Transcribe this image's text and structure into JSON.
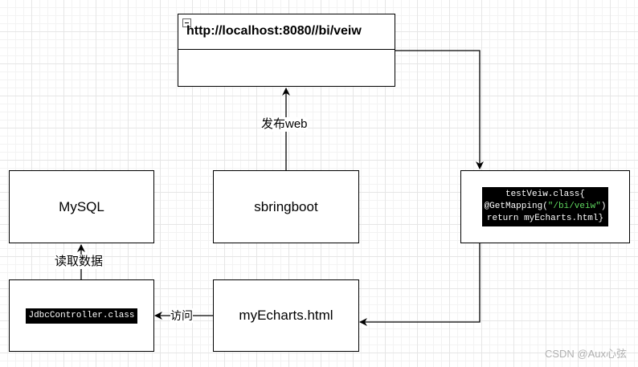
{
  "nodes": {
    "url_box": {
      "title": "http://localhost:8080//bi/veiw"
    },
    "mysql": {
      "label": "MySQL"
    },
    "springboot": {
      "label": "sbringboot"
    },
    "controller": {
      "line1": "testVeiw.class{",
      "line2_prefix": "@GetMapping(",
      "line2_string": "\"/bi/veiw\"",
      "line2_suffix": ")",
      "line3": "return myEcharts.html}"
    },
    "jdbc": {
      "label": "JdbcController.class"
    },
    "echarts_html": {
      "label": "myEcharts.html"
    }
  },
  "edges": {
    "publish_web": "发布web",
    "read_data": "读取数据",
    "access": "访问"
  },
  "watermark": "CSDN @Aux心弦",
  "colors": {
    "stroke": "#000000",
    "code_bg": "#000000",
    "code_string": "#5fd75f",
    "grid": "#e6e6e6"
  }
}
